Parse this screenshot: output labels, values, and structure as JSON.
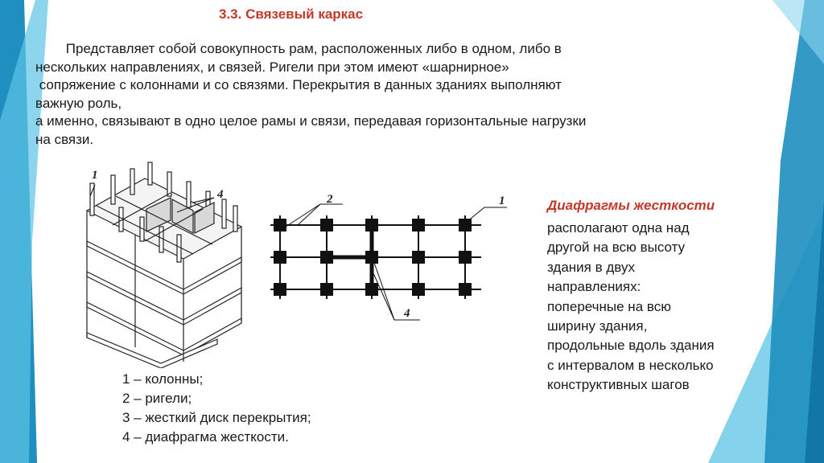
{
  "slide": {
    "title": "3.3. Связевый каркас",
    "intro_lines": [
      "        Представляет собой совокупность рам, расположенных либо в одном, либо в",
      "нескольких направлениях, и связей. Ригели при этом имеют «шарнирное»",
      " сопряжение с колоннами и со связями. Перекрытия в данных зданиях выполняют",
      "важную роль,",
      "а именно, связывают в одно целое рамы и связи, передавая горизонтальные нагрузки",
      "на связи."
    ],
    "legend": [
      "1 – колонны;",
      "2 – ригели;",
      "3 – жесткий диск перекрытия;",
      "4 – диафрагма жесткости."
    ],
    "side_title": "Диафрагмы жесткости",
    "side_lines": [
      "располагают одна над",
      "другой на всю высоту",
      "здания в двух",
      "направлениях:",
      "поперечные на всю",
      "ширину здания,",
      "продольные вдоль здания",
      "с интервалом в несколько",
      "конструктивных шагов"
    ]
  },
  "figure_labels": {
    "iso_label_1": "1",
    "iso_label_4": "4",
    "plan_label_2": "2",
    "plan_label_1": "1",
    "plan_label_4": "4"
  },
  "colors": {
    "title_red": "#c0392b",
    "teal_dark": "#1e8fbf",
    "teal_light": "#5cc3e6"
  }
}
